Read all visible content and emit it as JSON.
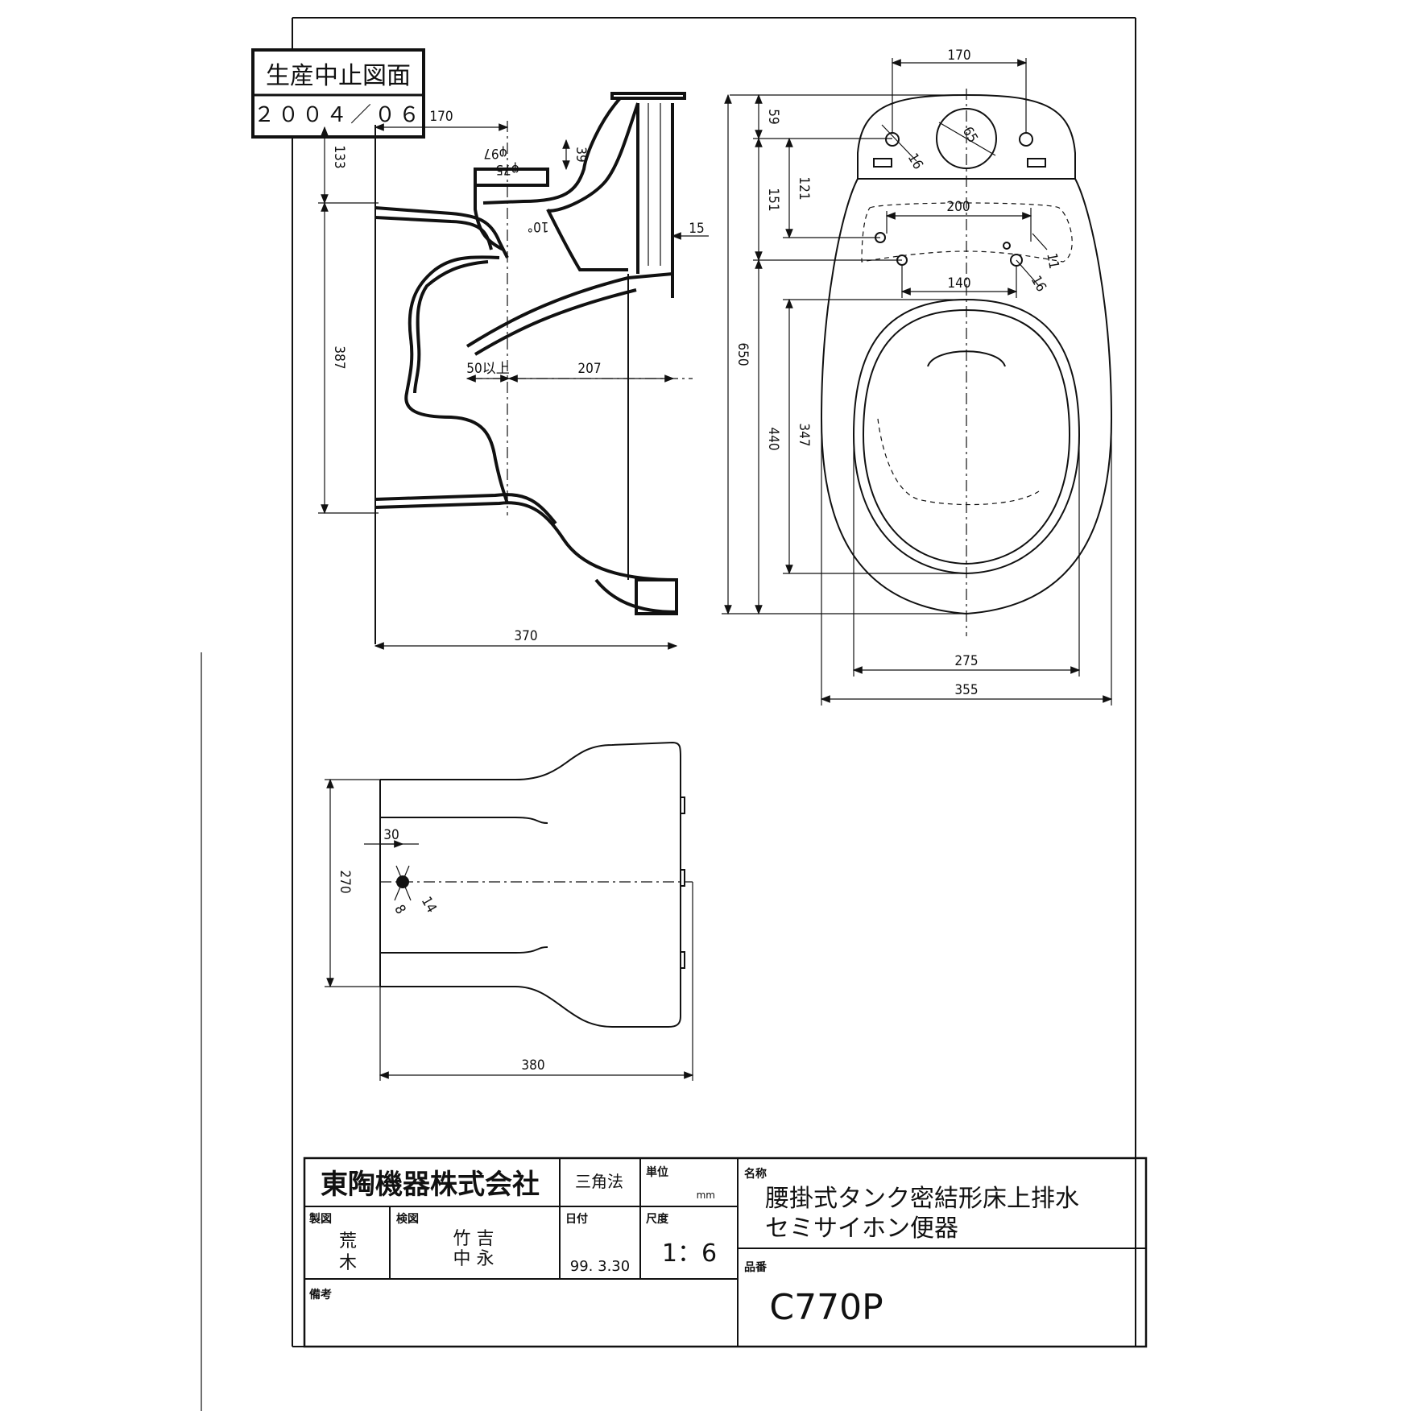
{
  "stamp": {
    "line1": "生産中止図面",
    "line2": "２００４／０６"
  },
  "dimensions": {
    "side": {
      "top_width": "170",
      "d133": "133",
      "d387": "387",
      "d39": "39",
      "phi97": "φ97",
      "phi75": "φ75",
      "angle": "10°",
      "d15": "15",
      "d50": "50以上",
      "d207": "207",
      "d370": "370"
    },
    "top": {
      "d170": "170",
      "d59": "59",
      "d121": "121",
      "d151": "151",
      "d65": "65",
      "d16a": "16",
      "d200": "200",
      "d11": "11",
      "d140": "140",
      "d16b": "16",
      "d650": "650",
      "d440": "440",
      "d347": "347",
      "d275": "275",
      "d355": "355"
    },
    "bottom": {
      "d270": "270",
      "d30": "30",
      "d8": "8",
      "d14": "14",
      "d380": "380"
    }
  },
  "title_block": {
    "company": "東陶機器株式会社",
    "projection": "三角法",
    "unit_label": "単位",
    "unit": "mm",
    "name_label": "名称",
    "name_line1": "腰掛式タンク密結形床上排水",
    "name_line2": "セミサイホン便器",
    "drawn_label": "製図",
    "drawn_by": [
      "荒",
      "木"
    ],
    "checked_label": "検図",
    "checked_by": [
      "竹 吉",
      "中 永"
    ],
    "date_label": "日付",
    "date": "99. 3.30",
    "scale_label": "尺度",
    "scale": "1：6",
    "part_label": "品番",
    "part_no": "C770P",
    "remarks_label": "備考"
  }
}
